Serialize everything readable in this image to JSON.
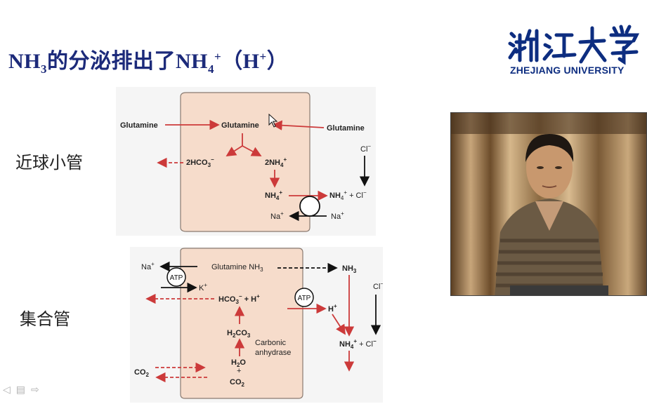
{
  "slide": {
    "title": {
      "main": "NH",
      "sub1": "3",
      "text2": "的分泌排出了NH",
      "sub2": "4",
      "sup1": "+",
      "text3": "（H",
      "sup2": "+",
      "text4": "）"
    },
    "university_logo_text": "ZHEJIANG UNIVERSITY",
    "section_labels": {
      "proximal": "近球小管",
      "collecting": "集合管"
    }
  },
  "diagram_top": {
    "glutamine_left": "Glutamine",
    "glutamine_center": "Glutamine",
    "glutamine_right": "Glutamine",
    "hco3": "2HCO",
    "hco3_sub": "3",
    "hco3_sup": "−",
    "nh4_2": "2NH",
    "nh4_2_sub": "4",
    "nh4_2_sup": "+",
    "nh4": "NH",
    "nh4_sub": "4",
    "nh4_sup": "+",
    "nh4_cl": "NH",
    "nh4_cl_sub": "4",
    "nh4_cl_sup": "+",
    "nh4_cl_rest": " + Cl",
    "nh4_cl_sup2": "−",
    "cl": "Cl",
    "cl_sup": "−",
    "na_left": "Na",
    "na_left_sup": "+",
    "na_right": "Na",
    "na_right_sup": "+"
  },
  "diagram_bottom": {
    "na": "Na",
    "na_sup": "+",
    "atp_left": "ATP",
    "k": "K",
    "k_sup": "+",
    "glutamine_nh3": "Glutamine NH",
    "glutamine_nh3_sub": "3",
    "nh3_right": "NH",
    "nh3_right_sub": "3",
    "hco3_h": "HCO",
    "hco3_h_sub": "3",
    "hco3_h_sup": "−",
    "hco3_h_rest": " + H",
    "hco3_h_sup2": "+",
    "atp_right": "ATP",
    "h": "H",
    "h_sup": "+",
    "cl": "Cl",
    "cl_sup": "−",
    "h2co3_a": "H",
    "h2co3_sub1": "2",
    "h2co3_b": "CO",
    "h2co3_sub2": "3",
    "carbonic": "Carbonic",
    "anhydrase": "anhydrase",
    "nh4_cl": "NH",
    "nh4_cl_sub": "4",
    "nh4_cl_sup": "+",
    "nh4_cl_rest": " + Cl",
    "nh4_cl_sup2": "−",
    "h2o_a": "H",
    "h2o_sub": "2",
    "h2o_b": "O",
    "plus": "+",
    "co2_bottom": "CO",
    "co2_bottom_sub": "2",
    "co2_left": "CO",
    "co2_left_sub": "2"
  },
  "colors": {
    "title": "#1c2a7a",
    "cell": "#f6dccb",
    "cell_border": "#8a7a70",
    "red_arrow": "#cc3a3a",
    "logo": "#0d2d80"
  }
}
